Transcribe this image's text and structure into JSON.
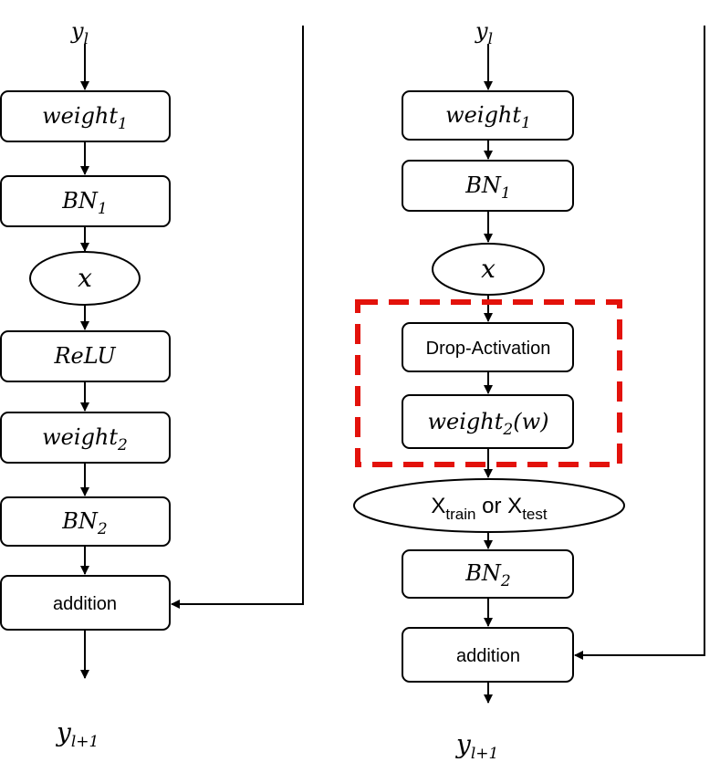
{
  "left": {
    "input_var": "y",
    "input_sub": "l",
    "nodes": [
      {
        "base": "weight",
        "sub": "1"
      },
      {
        "base": "BN",
        "sub": "1"
      },
      {
        "base": "x"
      },
      {
        "base": "ReLU"
      },
      {
        "base": "weight",
        "sub": "2"
      },
      {
        "base": "BN",
        "sub": "2"
      },
      {
        "base": "addition"
      }
    ],
    "output_var": "y",
    "output_sub": "l+1"
  },
  "right": {
    "input_var": "y",
    "input_sub": "l",
    "nodes": [
      {
        "base": "weight",
        "sub": "1"
      },
      {
        "base": "BN",
        "sub": "1"
      },
      {
        "base": "x"
      },
      {
        "base": "Drop-Activation"
      },
      {
        "base": "weight",
        "sub": "2",
        "suffix": "(w)"
      },
      {
        "X1": "X",
        "X1_sub": "train",
        "or": " or ",
        "X2": "X",
        "X2_sub": "test"
      },
      {
        "base": "BN",
        "sub": "2"
      },
      {
        "base": "addition"
      }
    ],
    "output_var": "y",
    "output_sub": "l+1"
  },
  "colors": {
    "stroke": "#000000",
    "highlight": "#e3120b",
    "fill": "#ffffff"
  }
}
